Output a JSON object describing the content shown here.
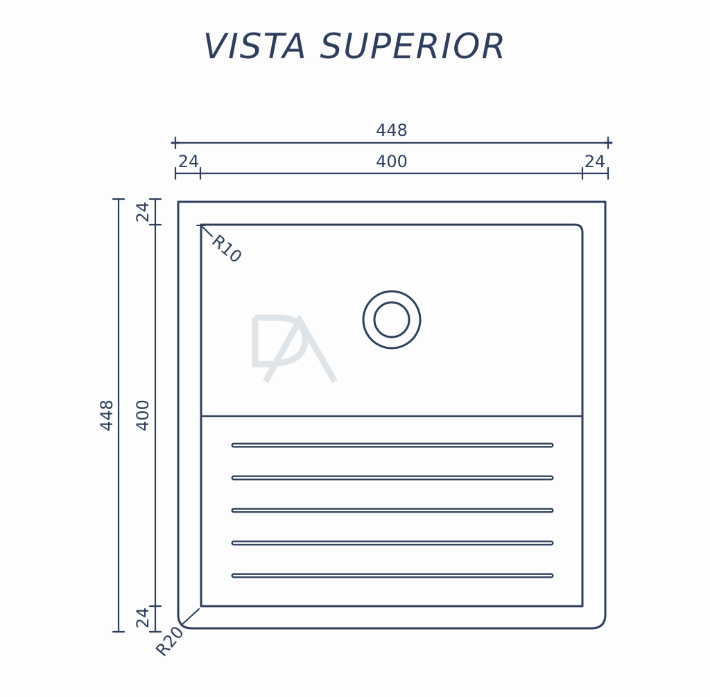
{
  "title": "VISTA SUPERIOR",
  "colors": {
    "line": "#2e3e5c",
    "watermark": "#dfe4e8",
    "background": "#fdfdfd"
  },
  "dimensions": {
    "top_total": "448",
    "top_inner": "400",
    "top_left_margin": "24",
    "top_right_margin": "24",
    "left_total": "448",
    "left_inner": "400",
    "left_top_margin": "24",
    "left_bottom_margin": "24",
    "inner_corner_radius": "R10",
    "outer_corner_radius": "R20"
  },
  "watermark": "DA",
  "washboard": {
    "groove_count": 5
  }
}
